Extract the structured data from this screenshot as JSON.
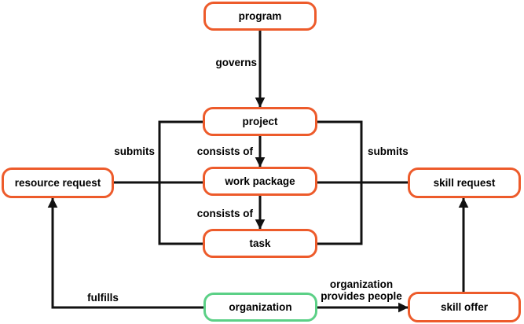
{
  "colors": {
    "orange": "#ED5B2B",
    "green": "#5BD086",
    "line": "#111111",
    "text": "#000000",
    "background": "#ffffff"
  },
  "nodes": {
    "program": {
      "label": "program",
      "border": "orange"
    },
    "project": {
      "label": "project",
      "border": "orange"
    },
    "work_package": {
      "label": "work package",
      "border": "orange"
    },
    "task": {
      "label": "task",
      "border": "orange"
    },
    "resource_request": {
      "label": "resource request",
      "border": "orange"
    },
    "skill_request": {
      "label": "skill request",
      "border": "orange"
    },
    "organization": {
      "label": "organization",
      "border": "green"
    },
    "skill_offer": {
      "label": "skill offer",
      "border": "orange"
    }
  },
  "edges": {
    "governs": {
      "label": "governs",
      "from": "program",
      "to": "project"
    },
    "project_consists_of": {
      "label": "consists of",
      "from": "project",
      "to": "work_package"
    },
    "work_package_consists_of": {
      "label": "consists of",
      "from": "work_package",
      "to": "task"
    },
    "submits_left": {
      "label": "submits",
      "from": "project/work_package/task",
      "to": "resource_request"
    },
    "submits_right": {
      "label": "submits",
      "from": "project/work_package/task",
      "to": "skill_request"
    },
    "fulfills": {
      "label": "fulfills",
      "from": "organization",
      "to": "resource_request"
    },
    "provides_people": {
      "line1": "organization",
      "line2": "provides people",
      "from": "organization",
      "to": "skill_offer"
    },
    "offer_to_request": {
      "label": "",
      "from": "skill_offer",
      "to": "skill_request"
    }
  }
}
